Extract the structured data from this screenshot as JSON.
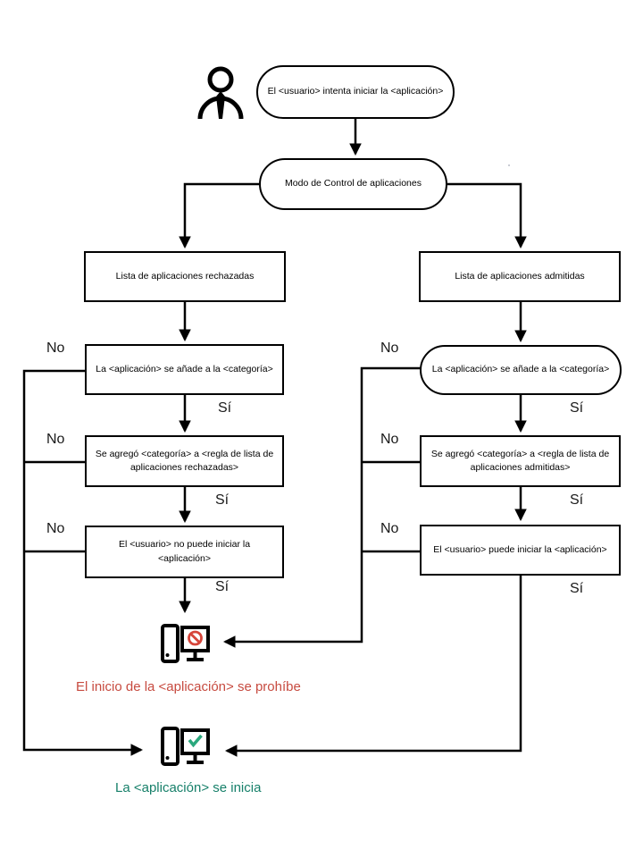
{
  "diagram_type": "flowchart",
  "nodes": {
    "start": "El <usuario> intenta iniciar la <aplicación>",
    "mode": "Modo de Control de aplicaciones",
    "deny_list": "Lista de aplicaciones rechazadas",
    "deny_category": "La <aplicación> se añade a la <categoría>",
    "deny_rule": "Se agregó <categoría> a <regla de lista de aplicaciones rechazadas>",
    "deny_result": "El <usuario> no puede iniciar la <aplicación>",
    "allow_list": "Lista de aplicaciones admitidas",
    "allow_category": "La <aplicación> se añade a la <categoría>",
    "allow_rule": "Se agregó <categoría> a <regla de lista de aplicaciones admitidas>",
    "allow_result": "El <usuario> puede iniciar la <aplicación>"
  },
  "labels": {
    "yes": "Sí",
    "no": "No"
  },
  "outcomes": {
    "prohibited": {
      "text": "El inicio de la <aplicación> se prohíbe",
      "color": "#c74b40"
    },
    "started": {
      "text": "La <aplicación> se inicia",
      "color": "#17806a"
    }
  },
  "icons": {
    "user": "user-icon",
    "prohibited": "computer-blocked-icon",
    "started": "computer-check-icon"
  },
  "colors": {
    "line": "#000000",
    "node_border": "#000000",
    "prohibit_sign": "#d6453a",
    "check_mark": "#2aa87d"
  }
}
